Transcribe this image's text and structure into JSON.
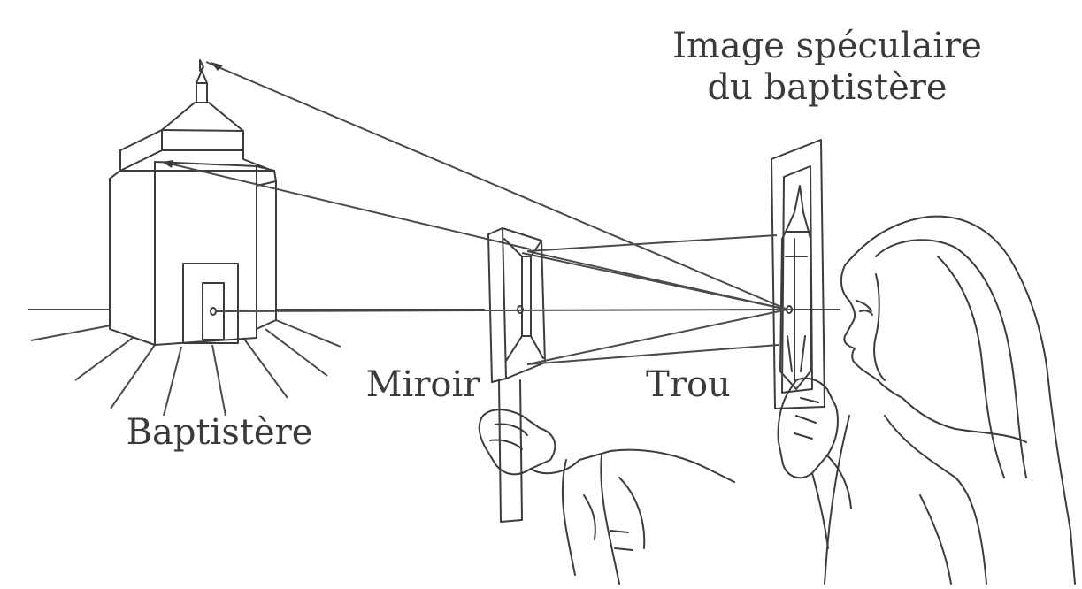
{
  "labels": {
    "image_line1": "Image spéculaire",
    "image_line2": "du baptistère",
    "miroir": "Miroir",
    "trou": "Trou",
    "baptistere": "Baptistère"
  },
  "colors": {
    "ink": "#3c3c3c",
    "background": "#ffffff"
  }
}
